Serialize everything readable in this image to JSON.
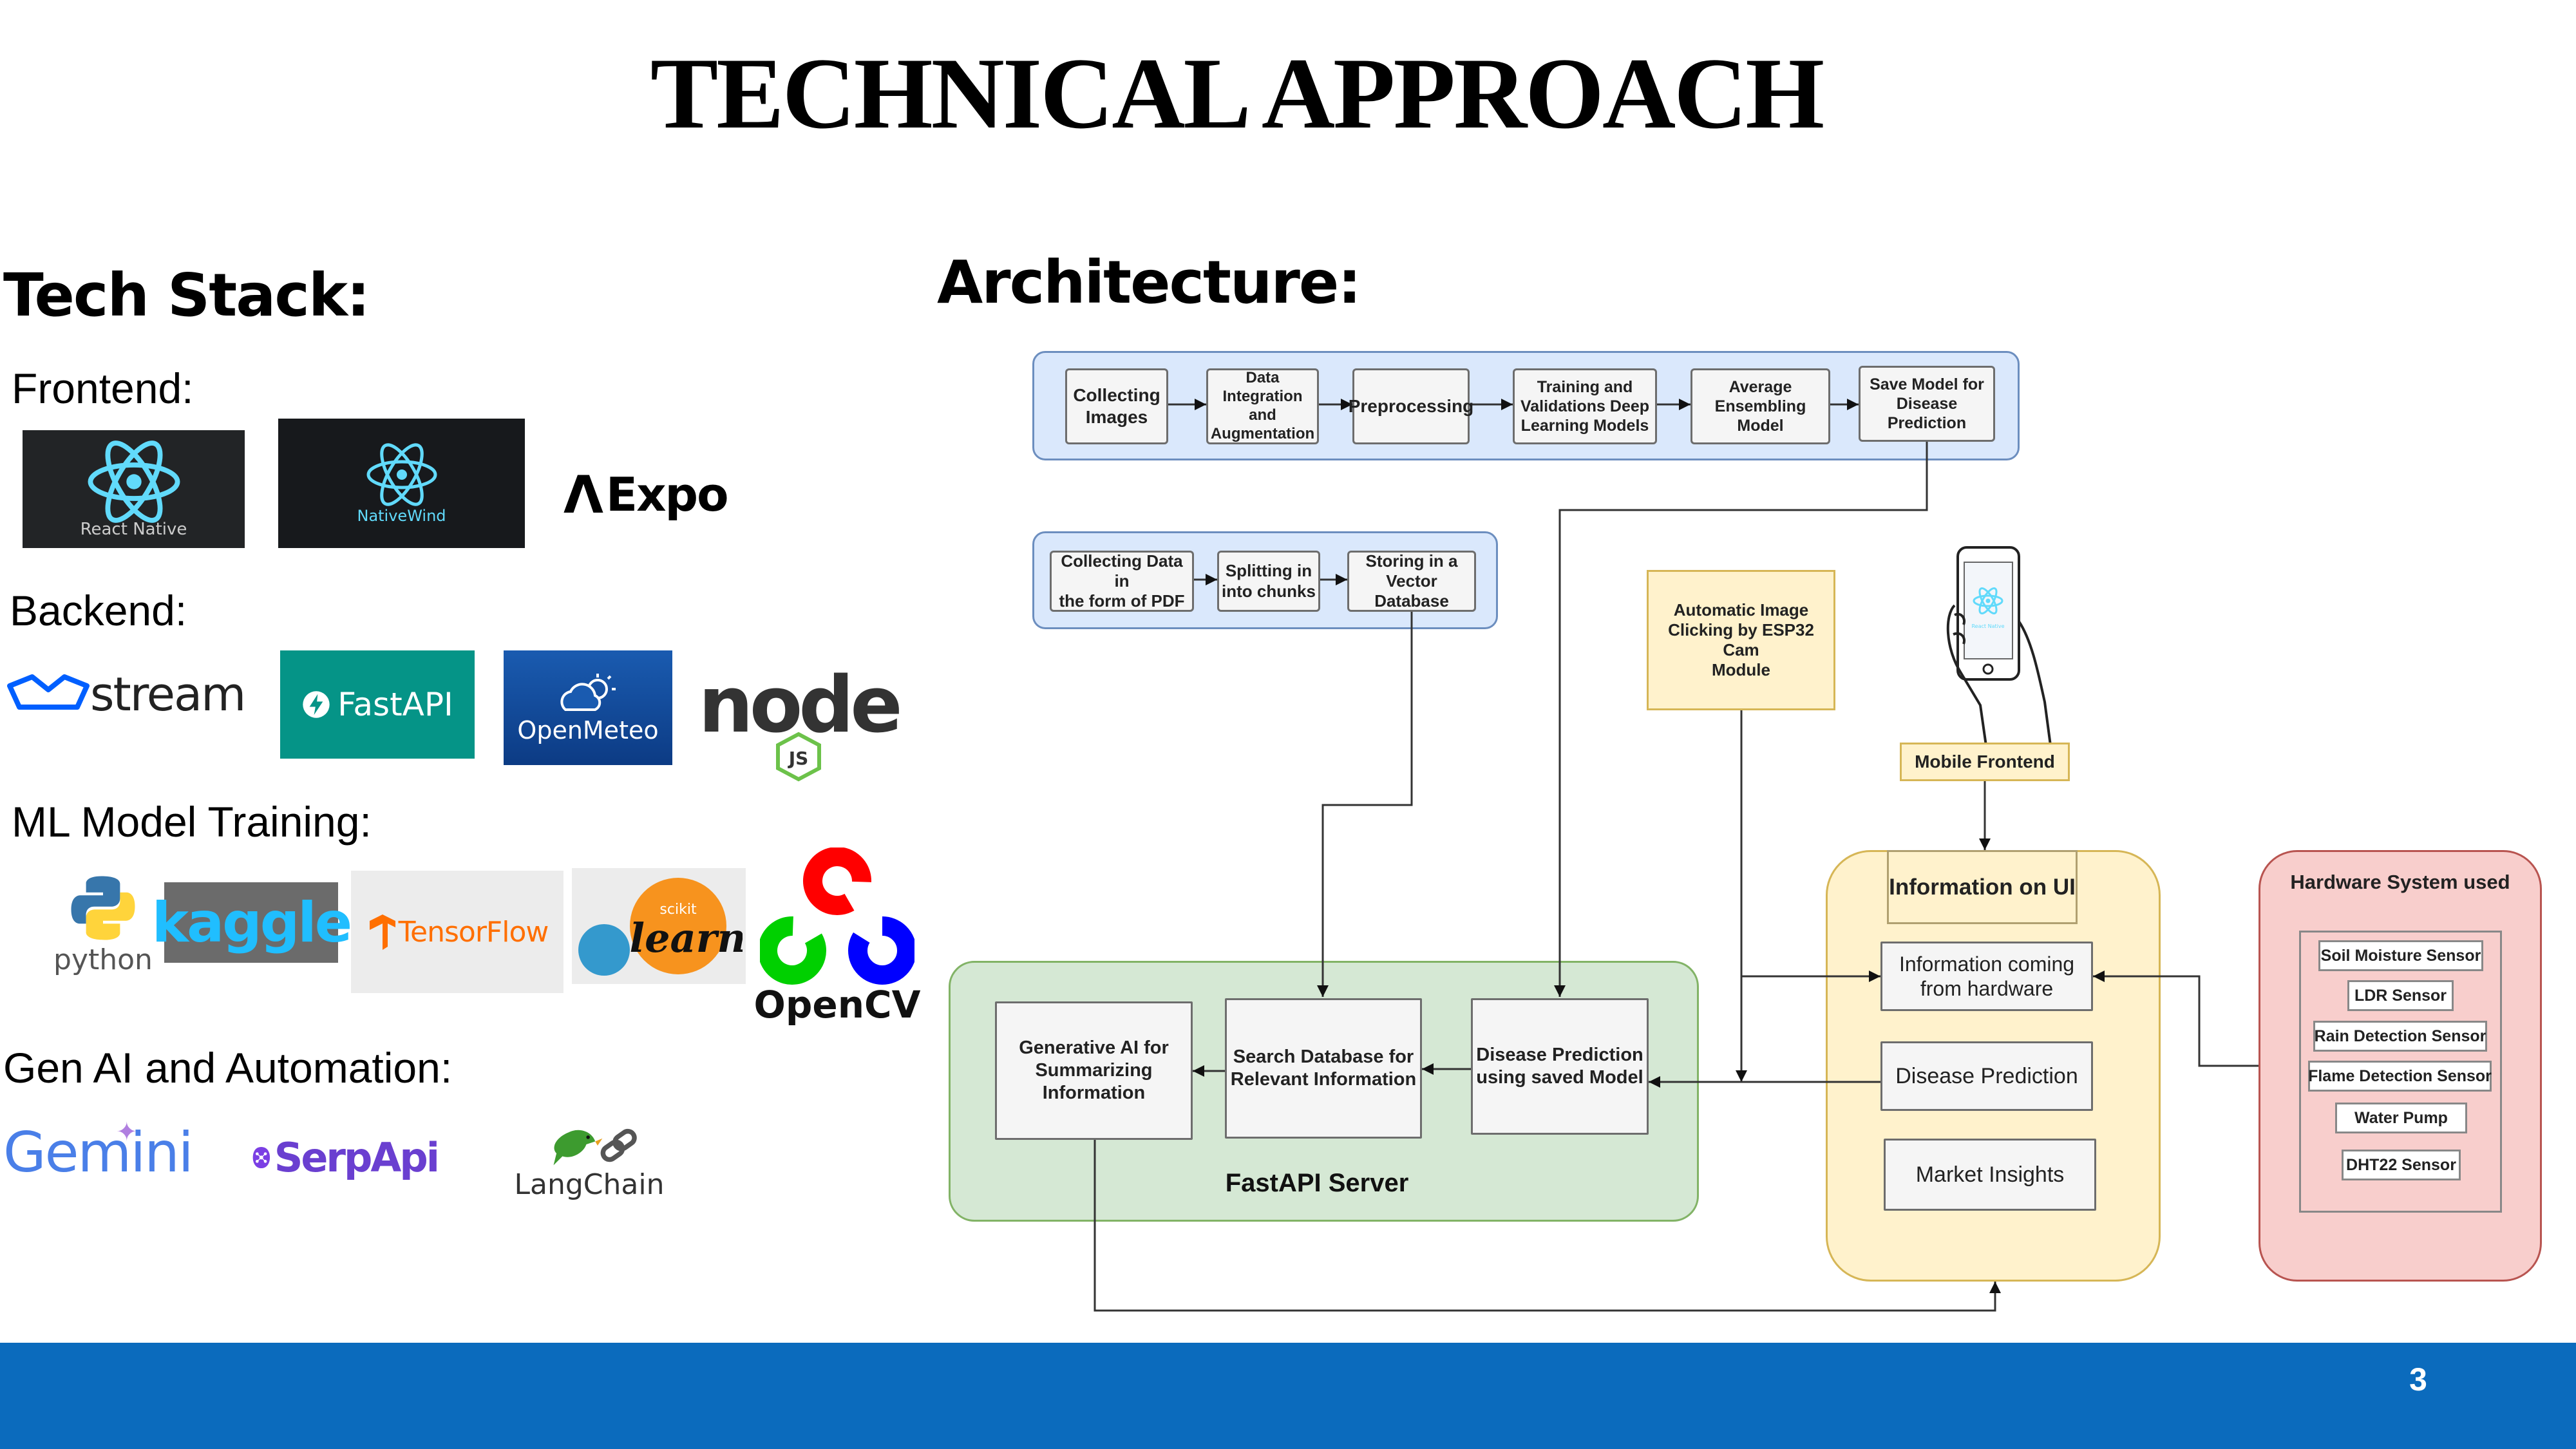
{
  "title": "TECHNICAL APPROACH",
  "page_number": "3",
  "tech_stack": {
    "heading": "Tech Stack:",
    "sections": [
      {
        "label": "Frontend:",
        "logos": [
          {
            "name": "React Native"
          },
          {
            "name": "NativeWind"
          },
          {
            "name": "Expo",
            "mark": "Λ"
          }
        ]
      },
      {
        "label": "Backend:",
        "logos": [
          {
            "name": "stream"
          },
          {
            "name": "FastAPI"
          },
          {
            "name": "OpenMeteo"
          },
          {
            "name": "node",
            "sub": "JS"
          }
        ]
      },
      {
        "label": "ML Model Training:",
        "logos": [
          {
            "name": "python"
          },
          {
            "name": "kaggle"
          },
          {
            "name": "TensorFlow"
          },
          {
            "name": "learn",
            "sub": "scikit"
          },
          {
            "name": "OpenCV"
          }
        ]
      },
      {
        "label": "Gen AI and Automation:",
        "logos": [
          {
            "name": "Gemini"
          },
          {
            "name": "SerpApi"
          },
          {
            "name": "LangChain"
          }
        ]
      }
    ]
  },
  "architecture": {
    "heading": "Architecture:",
    "pipeline1": [
      "Collecting\nImages",
      "Data\nIntegration and\nAugmentation",
      "Preprocessing",
      "Training and\nValidations Deep\nLearning Models",
      "Average\nEnsembling\nModel",
      "Save Model for\nDisease\nPrediction"
    ],
    "pipeline2": [
      "Collecting Data in\nthe form of PDF",
      "Splitting in\ninto chunks",
      "Storing in a\nVector Database"
    ],
    "esp32": "Automatic Image\nClicking by ESP32 Cam\nModule",
    "mobile_frontend": "Mobile Frontend",
    "phone_app": "React Native",
    "fastapi": {
      "label": "FastAPI Server",
      "boxes": [
        "Generative AI for\nSummarizing\nInformation",
        "Search Database for\nRelevant Information",
        "Disease Prediction\nusing saved Model"
      ]
    },
    "ui": {
      "title": "Information on UI",
      "boxes": [
        "Information coming\nfrom hardware",
        "Disease Prediction",
        "Market Insights"
      ]
    },
    "hardware": {
      "title": "Hardware System used",
      "items": [
        "Soil Moisture Sensor",
        "LDR Sensor",
        "Rain Detection Sensor",
        "Flame Detection Sensor",
        "Water Pump",
        "DHT22 Sensor"
      ]
    }
  },
  "colors": {
    "bottom_bar": "#0b6bbd",
    "pipeline_bg": "#dae8fc",
    "fastapi_bg": "#d5e8d4",
    "ui_bg": "#fff2cc",
    "hardware_bg": "#f8cecc",
    "react": "#61dafb",
    "fastapi_logo": "#059487"
  }
}
